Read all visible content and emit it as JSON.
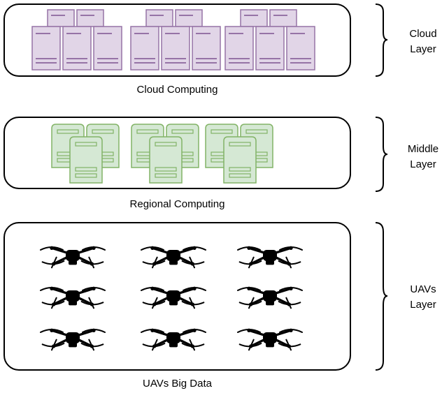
{
  "layers": [
    {
      "caption": "Cloud Computing",
      "label_line1": "Cloud",
      "label_line2": "Layer",
      "icon": "cloud-server-rack-icon",
      "fill": "#e1d5e7",
      "stroke": "#9673a6",
      "cluster_count": 3
    },
    {
      "caption": "Regional Computing",
      "label_line1": "Middle",
      "label_line2": "Layer",
      "icon": "regional-server-icon",
      "fill": "#d5e8d4",
      "stroke": "#82b366",
      "cluster_count": 3
    },
    {
      "caption": "UAVs Big Data",
      "label_line1": "UAVs",
      "label_line2": "Layer",
      "icon": "drone-icon",
      "fill": "#000000",
      "stroke": "#000000",
      "drone_count": 9
    }
  ]
}
